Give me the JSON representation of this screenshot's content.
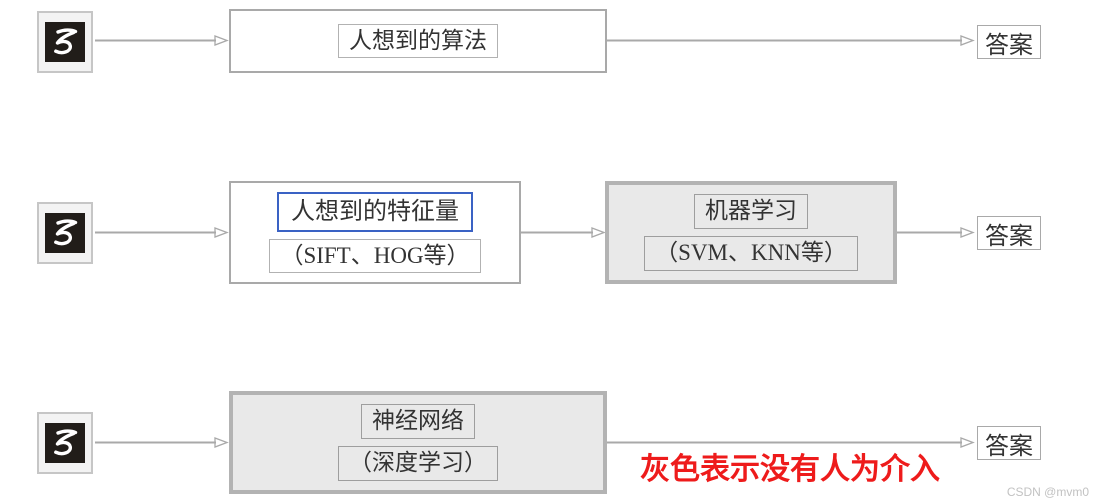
{
  "flow": {
    "rows": [
      {
        "input_icon": "handwritten-digit-5",
        "nodes": [
          {
            "style": "white",
            "label": "人想到的算法",
            "sub": null
          }
        ],
        "answer": "答案"
      },
      {
        "input_icon": "handwritten-digit-5",
        "nodes": [
          {
            "style": "white",
            "label": "人想到的特征量",
            "sub": "（SIFT、HOG等）"
          },
          {
            "style": "gray",
            "label": "机器学习",
            "sub": "（SVM、KNN等）"
          }
        ],
        "answer": "答案"
      },
      {
        "input_icon": "handwritten-digit-5",
        "nodes": [
          {
            "style": "gray",
            "label": "神经网络",
            "sub": "（深度学习）"
          }
        ],
        "answer": "答案"
      }
    ],
    "note": "灰色表示没有人为介入",
    "watermark": "CSDN @mvm0"
  },
  "colors": {
    "node_border": "#a9a9a9",
    "gray_node_fill": "#e9e9e9",
    "gray_node_border": "#b3b3b3",
    "pill_border": "#b2b2b2",
    "feature_highlight_blue": "#3a62c4",
    "arrow_gray": "#a9a9a9",
    "text": "#333333",
    "note_red": "#ee1b1b",
    "watermark_gray": "#c2c2c2",
    "digit_background": "#211d19"
  }
}
